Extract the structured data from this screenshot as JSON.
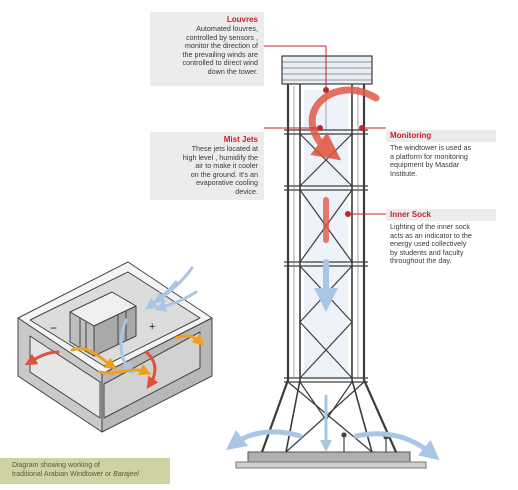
{
  "callouts": {
    "louvres": {
      "title": "Louvres",
      "text": "Automated louvres,\ncontrolled by sensors ,\nmonitor the direction of\nthe prevailing winds are\ncontrolled to direct wind\ndown the tower."
    },
    "mist_jets": {
      "title": "Mist Jets",
      "text": "These jets located at\nhigh level , humidify the\nair to make it cooler\non the ground. It's an\nevaporative cooling\ndevice."
    },
    "monitoring": {
      "title": "Monitoring",
      "text": "The windtower is used as\na platform for monitoring\nequipment by Masdar\nInstitute."
    },
    "inner_sock": {
      "title": "Inner Sock",
      "text": "Lighting of the inner sock\nacts as an indicator to the\nenergy used collectively\nby students and faculty\nthroughout the day."
    }
  },
  "house": {
    "minus_sign": "−",
    "plus_sign": "+"
  },
  "caption": {
    "line1": "Diagram showing working of",
    "line2": "traditional Arabian Windtower or ",
    "line2_italic": "Barajeel"
  },
  "colors": {
    "accent_red": "#c8222a",
    "callout_bg": "#ececec",
    "caption_bg": "#cfd3a3",
    "steel": "#3c3c3c",
    "airflow_blue": "#a9c7e4",
    "airflow_orange": "#f0a020"
  }
}
